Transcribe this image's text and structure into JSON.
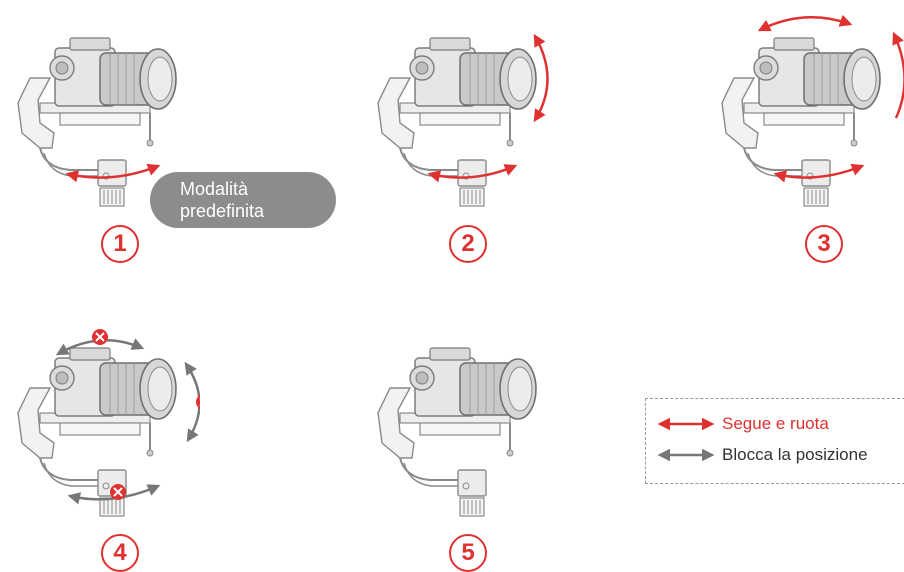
{
  "mode_badge": {
    "line1": "Modalità",
    "line2": "predefinita"
  },
  "steps": [
    {
      "number": "1",
      "arrows": [
        "pan-red"
      ]
    },
    {
      "number": "2",
      "arrows": [
        "pan-red",
        "tilt-red"
      ]
    },
    {
      "number": "3",
      "arrows": [
        "pan-red",
        "tilt-red",
        "roll-red"
      ]
    },
    {
      "number": "4",
      "arrows": [
        "pan-gray-locked",
        "tilt-gray-locked",
        "roll-gray-locked"
      ]
    },
    {
      "number": "5",
      "arrows": []
    }
  ],
  "legend": {
    "follow": {
      "label": "Segue e ruota",
      "color": "#e03131"
    },
    "lock": {
      "label": "Blocca la posizione",
      "color": "#777777"
    }
  },
  "colors": {
    "accent_red": "#e03131",
    "lock_gray": "#777777",
    "badge_gray": "#8c8c8c",
    "line_gray": "#9a9a9a"
  },
  "icons": [
    "gimbal-camera-icon",
    "follow-arrow-icon",
    "lock-arrow-icon",
    "locked-x-icon"
  ]
}
